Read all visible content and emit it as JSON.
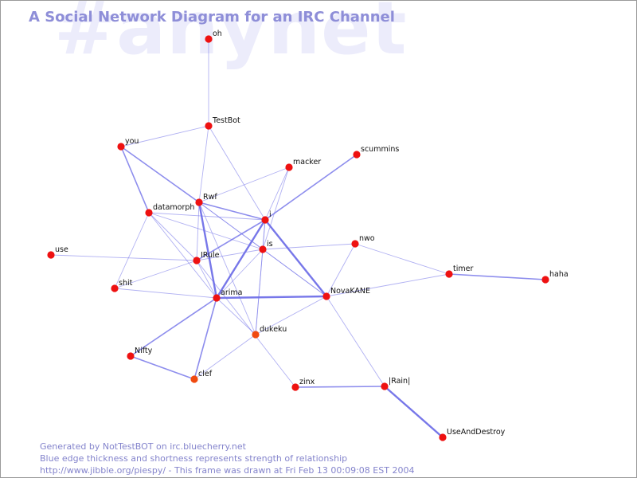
{
  "watermark": "#anynet",
  "title": "A Social Network Diagram for an IRC Channel",
  "colors": {
    "edge": "#7070e8",
    "node": "#ee1111",
    "node_alt": "#f04a10",
    "title": "#8e8ed8",
    "footer": "#8484cc",
    "watermark": "#ececfb"
  },
  "nodes": [
    {
      "id": "oh",
      "label": "oh"
    },
    {
      "id": "TestBot",
      "label": "TestBot"
    },
    {
      "id": "you",
      "label": "you"
    },
    {
      "id": "macker",
      "label": "macker"
    },
    {
      "id": "scummins",
      "label": "scummins"
    },
    {
      "id": "Rwf",
      "label": "Rwf"
    },
    {
      "id": "datamorph",
      "label": "datamorph"
    },
    {
      "id": "i",
      "label": "i"
    },
    {
      "id": "is",
      "label": "is"
    },
    {
      "id": "nwo",
      "label": "nwo"
    },
    {
      "id": "use",
      "label": "use"
    },
    {
      "id": "IRule",
      "label": "IRule"
    },
    {
      "id": "timer",
      "label": "timer"
    },
    {
      "id": "haha",
      "label": "haha"
    },
    {
      "id": "shit",
      "label": "shit"
    },
    {
      "id": "arima",
      "label": "arima"
    },
    {
      "id": "NovaKANE",
      "label": "NovaKANE"
    },
    {
      "id": "dukeku",
      "label": "dukeku",
      "alt": true
    },
    {
      "id": "Nifty",
      "label": "Nifty"
    },
    {
      "id": "clef",
      "label": "clef",
      "alt": true
    },
    {
      "id": "zinx",
      "label": "zinx"
    },
    {
      "id": "Rain",
      "label": "|Rain|"
    },
    {
      "id": "UseAndDestroy",
      "label": "UseAndDestroy"
    }
  ],
  "edges": [
    {
      "from": "oh",
      "to": "TestBot",
      "strength": 1
    },
    {
      "from": "TestBot",
      "to": "you",
      "strength": 1
    },
    {
      "from": "TestBot",
      "to": "Rwf",
      "strength": 1
    },
    {
      "from": "TestBot",
      "to": "i",
      "strength": 1
    },
    {
      "from": "you",
      "to": "Rwf",
      "strength": 2
    },
    {
      "from": "you",
      "to": "datamorph",
      "strength": 2
    },
    {
      "from": "macker",
      "to": "Rwf",
      "strength": 1
    },
    {
      "from": "macker",
      "to": "i",
      "strength": 1
    },
    {
      "from": "macker",
      "to": "is",
      "strength": 1
    },
    {
      "from": "scummins",
      "to": "i",
      "strength": 2
    },
    {
      "from": "Rwf",
      "to": "i",
      "strength": 2
    },
    {
      "from": "Rwf",
      "to": "is",
      "strength": 1
    },
    {
      "from": "Rwf",
      "to": "arima",
      "strength": 3
    },
    {
      "from": "Rwf",
      "to": "IRule",
      "strength": 1
    },
    {
      "from": "Rwf",
      "to": "NovaKANE",
      "strength": 1
    },
    {
      "from": "Rwf",
      "to": "dukeku",
      "strength": 1
    },
    {
      "from": "datamorph",
      "to": "i",
      "strength": 1
    },
    {
      "from": "datamorph",
      "to": "IRule",
      "strength": 1
    },
    {
      "from": "datamorph",
      "to": "shit",
      "strength": 1
    },
    {
      "from": "datamorph",
      "to": "is",
      "strength": 1
    },
    {
      "from": "datamorph",
      "to": "arima",
      "strength": 1
    },
    {
      "from": "i",
      "to": "IRule",
      "strength": 2
    },
    {
      "from": "i",
      "to": "arima",
      "strength": 3
    },
    {
      "from": "i",
      "to": "NovaKANE",
      "strength": 3
    },
    {
      "from": "i",
      "to": "is",
      "strength": 1
    },
    {
      "from": "i",
      "to": "dukeku",
      "strength": 1
    },
    {
      "from": "is",
      "to": "IRule",
      "strength": 1
    },
    {
      "from": "is",
      "to": "nwo",
      "strength": 1
    },
    {
      "from": "is",
      "to": "arima",
      "strength": 1
    },
    {
      "from": "is",
      "to": "NovaKANE",
      "strength": 1
    },
    {
      "from": "is",
      "to": "dukeku",
      "strength": 1
    },
    {
      "from": "use",
      "to": "IRule",
      "strength": 1
    },
    {
      "from": "shit",
      "to": "IRule",
      "strength": 1
    },
    {
      "from": "shit",
      "to": "arima",
      "strength": 1
    },
    {
      "from": "IRule",
      "to": "arima",
      "strength": 1
    },
    {
      "from": "IRule",
      "to": "zinx",
      "strength": 1
    },
    {
      "from": "arima",
      "to": "NovaKANE",
      "strength": 3
    },
    {
      "from": "arima",
      "to": "Nifty",
      "strength": 2
    },
    {
      "from": "arima",
      "to": "clef",
      "strength": 2
    },
    {
      "from": "arima",
      "to": "dukeku",
      "strength": 1
    },
    {
      "from": "NovaKANE",
      "to": "timer",
      "strength": 1
    },
    {
      "from": "NovaKANE",
      "to": "nwo",
      "strength": 1
    },
    {
      "from": "NovaKANE",
      "to": "dukeku",
      "strength": 1
    },
    {
      "from": "NovaKANE",
      "to": "Rain",
      "strength": 1
    },
    {
      "from": "nwo",
      "to": "timer",
      "strength": 1
    },
    {
      "from": "timer",
      "to": "haha",
      "strength": 2
    },
    {
      "from": "Nifty",
      "to": "clef",
      "strength": 2
    },
    {
      "from": "dukeku",
      "to": "clef",
      "strength": 1
    },
    {
      "from": "zinx",
      "to": "Rain",
      "strength": 2
    },
    {
      "from": "Rain",
      "to": "UseAndDestroy",
      "strength": 3
    }
  ],
  "footer": {
    "line1": "Generated by NotTestBOT on irc.bluecherry.net",
    "line2": "Blue edge thickness and shortness represents strength of relationship",
    "line3": "http://www.jibble.org/piespy/ - This frame was drawn at Fri Feb 13 00:09:08 EST 2004"
  }
}
